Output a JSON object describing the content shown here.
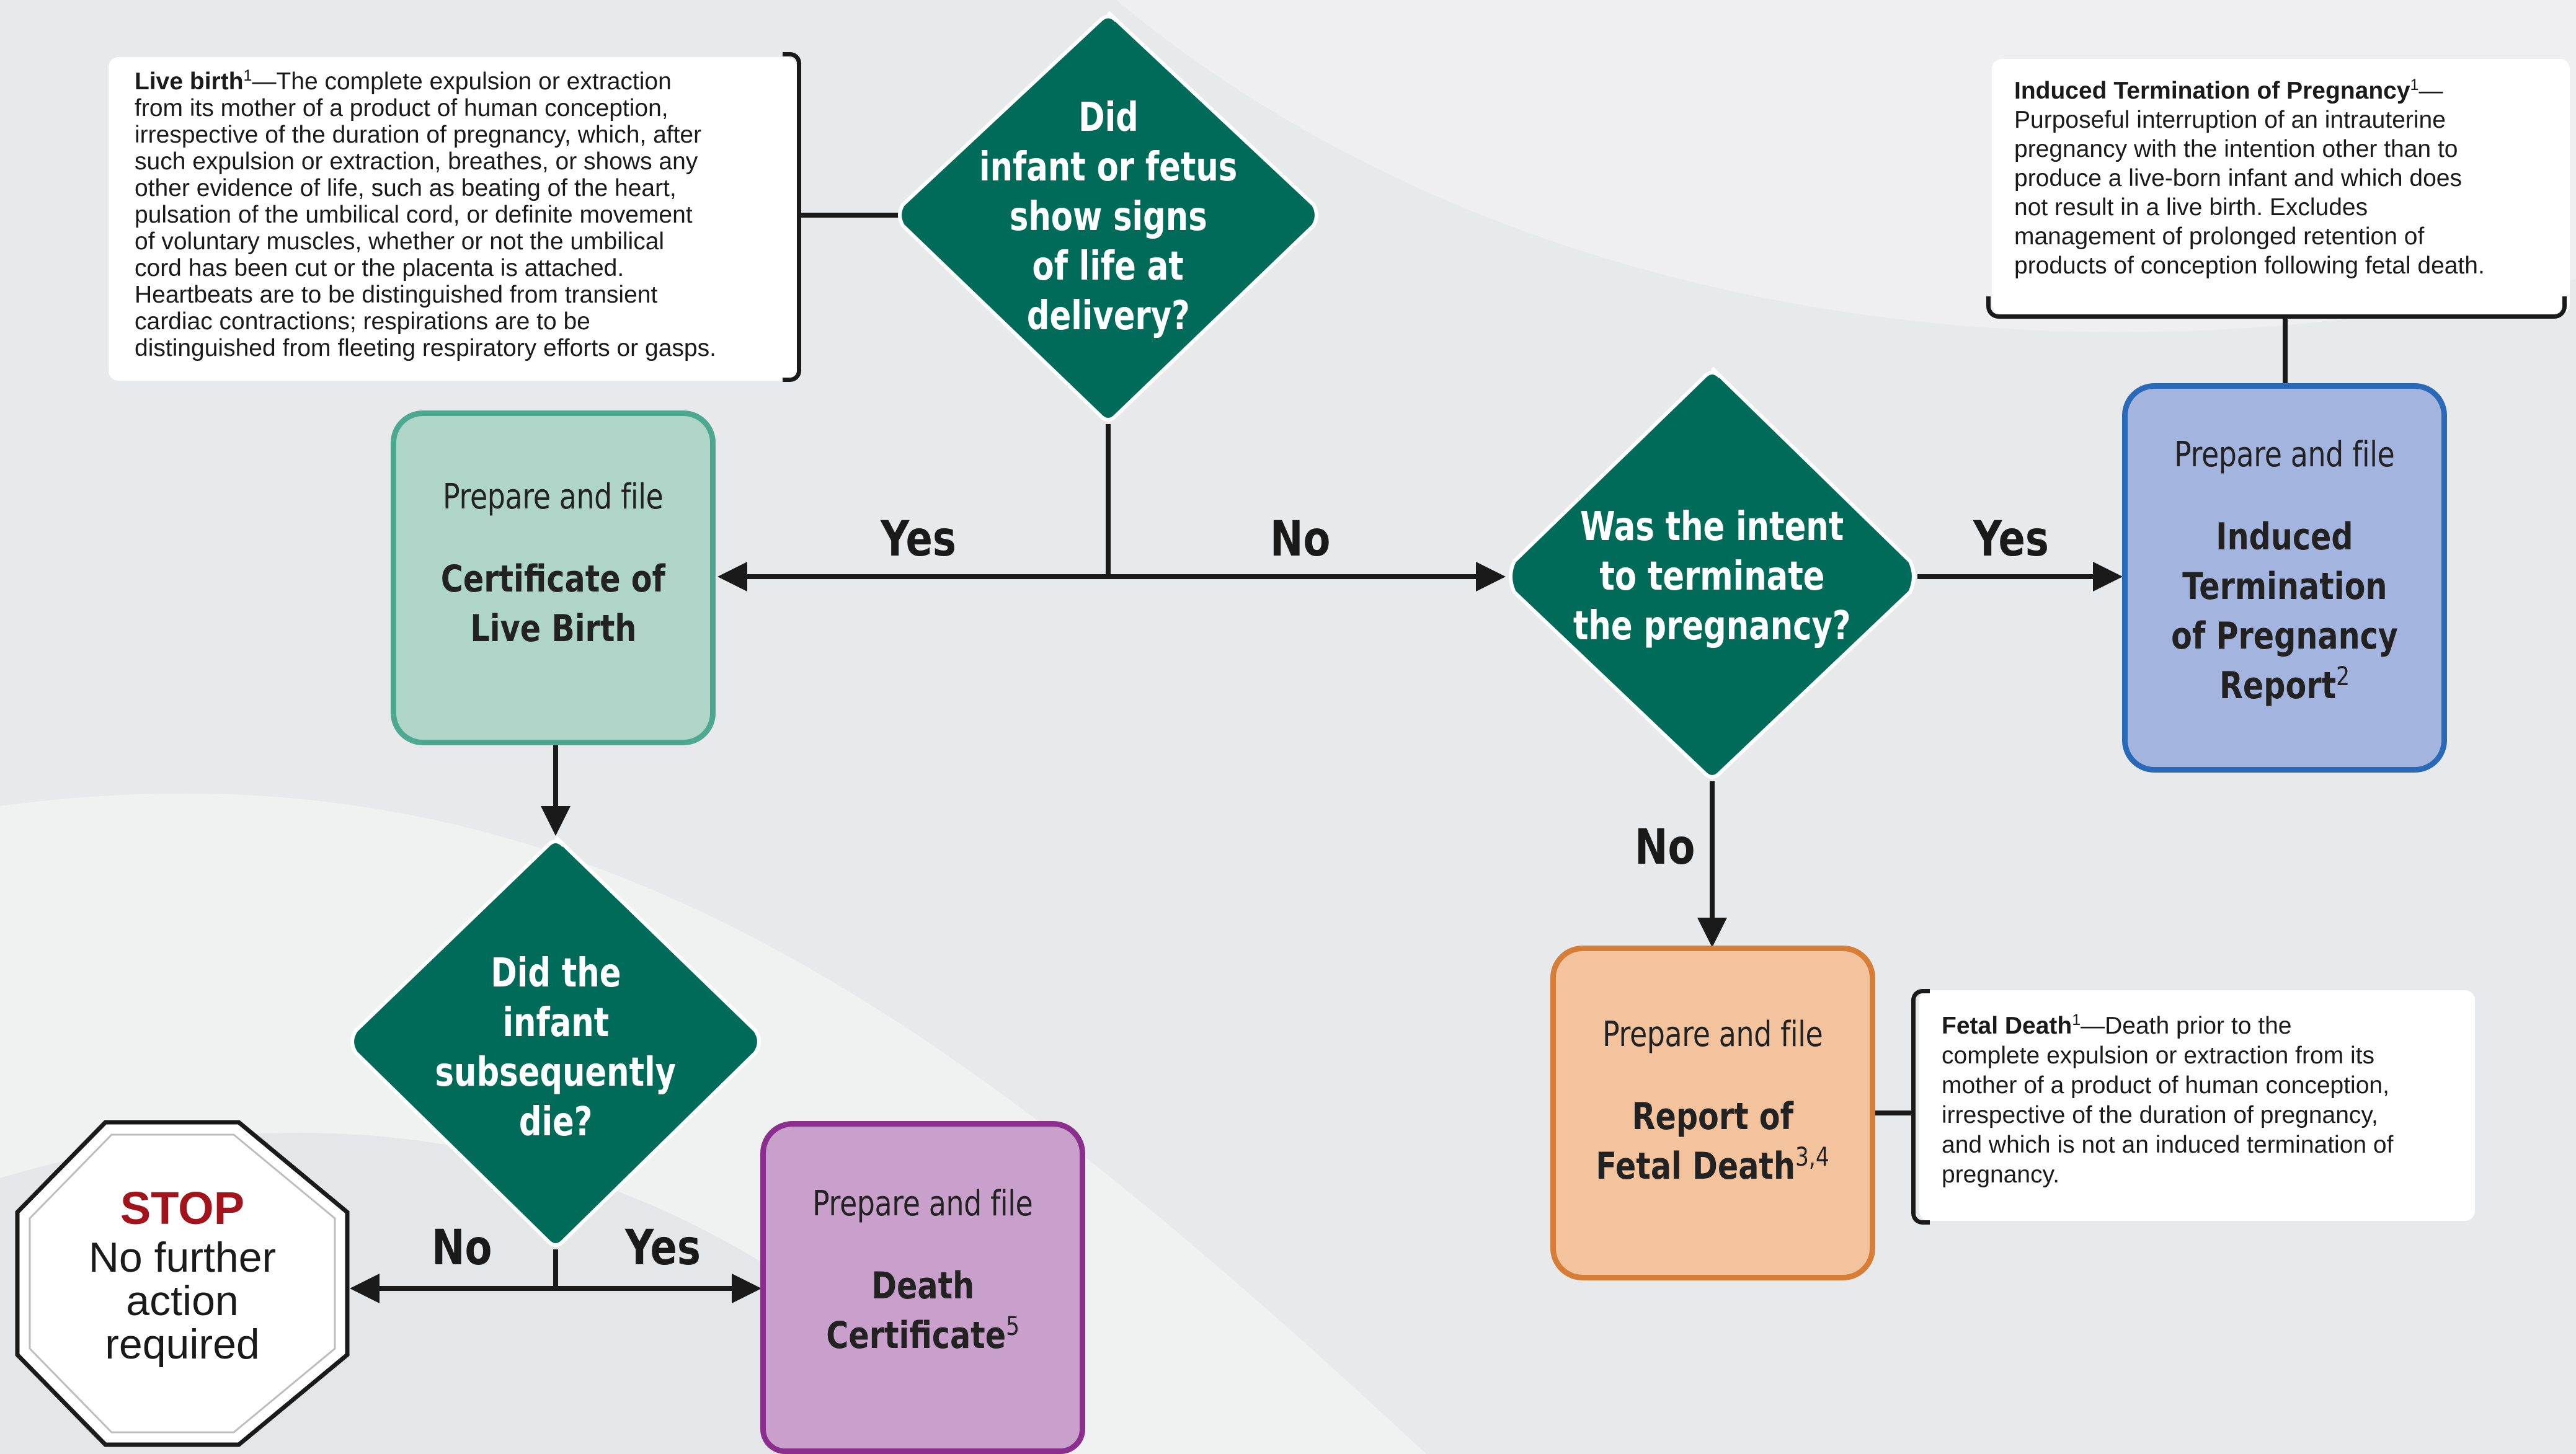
{
  "colors": {
    "diamond": "#006b58",
    "live_birth_fill": "#afd5c9",
    "live_birth_border": "#4ea88f",
    "itop_fill": "#a3b5de",
    "itop_border": "#2a68b8",
    "fetal_fill": "#f2c39c",
    "fetal_border": "#d67d38",
    "death_fill": "#c9a0cc",
    "death_border": "#8a2f8e",
    "stop_red": "#a1141c"
  },
  "diamonds": {
    "signs_of_life": {
      "lines": [
        "Did",
        "infant or fetus",
        "show signs",
        "of life at",
        "delivery?"
      ]
    },
    "intent": {
      "lines": [
        "Was the intent",
        "to terminate",
        "the pregnancy?"
      ]
    },
    "infant_die": {
      "lines": [
        "Did the",
        "infant",
        "subsequently",
        "die?"
      ]
    }
  },
  "boxes": {
    "live_birth_cert": {
      "prep": "Prepare and file",
      "name_lines": [
        "Certificate of",
        "Live Birth"
      ]
    },
    "itop_report": {
      "prep": "Prepare and file",
      "name_lines": [
        "Induced",
        "Termination",
        "of Pregnancy",
        "Report"
      ],
      "sup": "2"
    },
    "fetal_death_report": {
      "prep": "Prepare and file",
      "name_lines": [
        "Report of",
        "Fetal Death"
      ],
      "sup": "3,4"
    },
    "death_cert": {
      "prep": "Prepare and file",
      "name_lines": [
        "Death",
        "Certificate"
      ],
      "sup": "5"
    }
  },
  "stop": {
    "title": "STOP",
    "lines": [
      "No further",
      "action",
      "required"
    ]
  },
  "labels": {
    "yes_left": "Yes",
    "no_mid": "No",
    "yes_right": "Yes",
    "no_down": "No",
    "no_bottom": "No",
    "yes_bottom": "Yes"
  },
  "definitions": {
    "live_birth": {
      "term": "Live birth",
      "sup": "1",
      "dash": "—",
      "lines": [
        "The complete expulsion or extraction",
        "from its mother of a product of human conception,",
        "irrespective of the duration of pregnancy, which, after",
        "such expulsion or extraction, breathes, or shows any",
        "other evidence of life, such as beating of the heart,",
        "pulsation of the umbilical cord, or definite movement",
        "of voluntary muscles, whether or not the umbilical",
        "cord has been cut or the placenta is attached.",
        "Heartbeats are to be distinguished from transient",
        "cardiac contractions; respirations are to be",
        "distinguished from fleeting respiratory efforts or gasps."
      ]
    },
    "itop": {
      "term": "Induced Termination of Pregnancy",
      "sup": "1",
      "dash": "—",
      "lines": [
        "Purposeful interruption of an intrauterine",
        "pregnancy with the intention other than to",
        "produce a live-born infant and which does",
        "not result in a live birth. Excludes",
        "management of prolonged retention of",
        "products of conception following fetal death."
      ]
    },
    "fetal_death": {
      "term": "Fetal Death",
      "sup": "1",
      "dash": "—",
      "lines": [
        "Death prior to the",
        "complete expulsion or extraction from its",
        "mother of a product of human conception,",
        "irrespective of the duration of pregnancy,",
        "and which is not an induced termination of",
        "pregnancy."
      ]
    }
  }
}
